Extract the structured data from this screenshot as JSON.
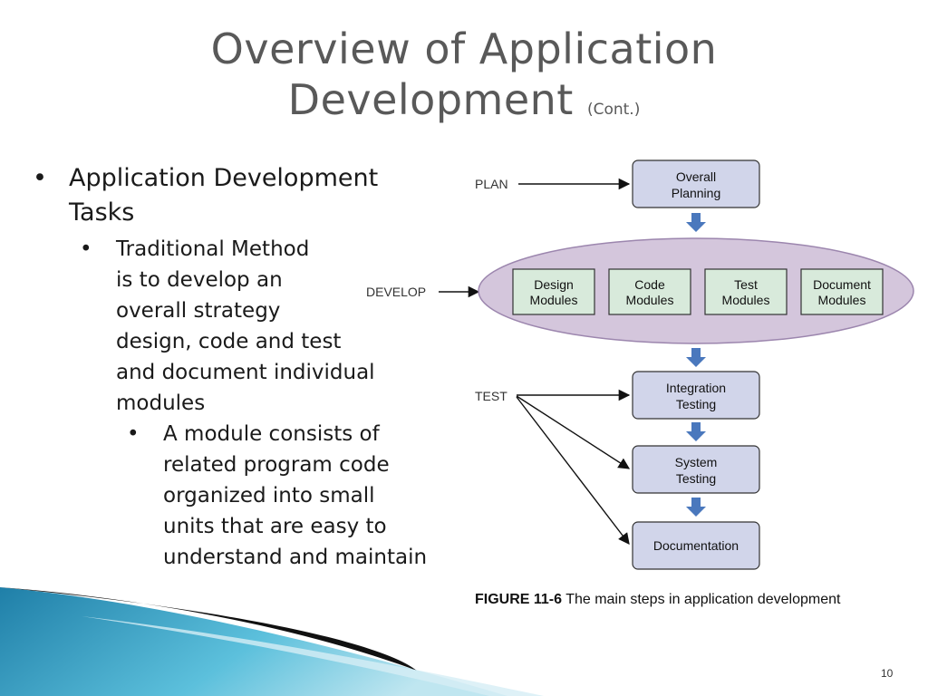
{
  "title": {
    "line1": "Overview of Application",
    "line2": "Development",
    "suffix": "(Cont.)"
  },
  "bullets": {
    "level1": {
      "marker": "•",
      "lines": [
        "Application Development",
        "Tasks"
      ]
    },
    "level2": {
      "marker": "•",
      "lines": [
        "Traditional Method",
        "is to develop an",
        "overall strategy",
        "design, code and test",
        "and document individual",
        "modules"
      ]
    },
    "level3": {
      "marker": "•",
      "lines": [
        "A module consists of",
        "related program code",
        "organized into small",
        "units that are easy to",
        "understand and maintain"
      ]
    }
  },
  "diagram": {
    "stages": {
      "plan": "PLAN",
      "develop": "DEVELOP",
      "test": "TEST"
    },
    "boxes": {
      "overall_planning": [
        "Overall",
        "Planning"
      ],
      "design_modules": [
        "Design",
        "Modules"
      ],
      "code_modules": [
        "Code",
        "Modules"
      ],
      "test_modules": [
        "Test",
        "Modules"
      ],
      "document_modules": [
        "Document",
        "Modules"
      ],
      "integration_testing": [
        "Integration",
        "Testing"
      ],
      "system_testing": [
        "System",
        "Testing"
      ],
      "documentation": [
        "Documentation"
      ]
    },
    "colors": {
      "plan_box": "#d1d5ea",
      "module_box": "#d8eadb",
      "ellipse_fill": "#d4c6dc",
      "ellipse_stroke": "#9c86ae",
      "flow_arrow": "#4a78bd"
    }
  },
  "caption": {
    "figure_number": "FIGURE 11-6",
    "text": "The main steps in application development"
  },
  "page_number": "10"
}
